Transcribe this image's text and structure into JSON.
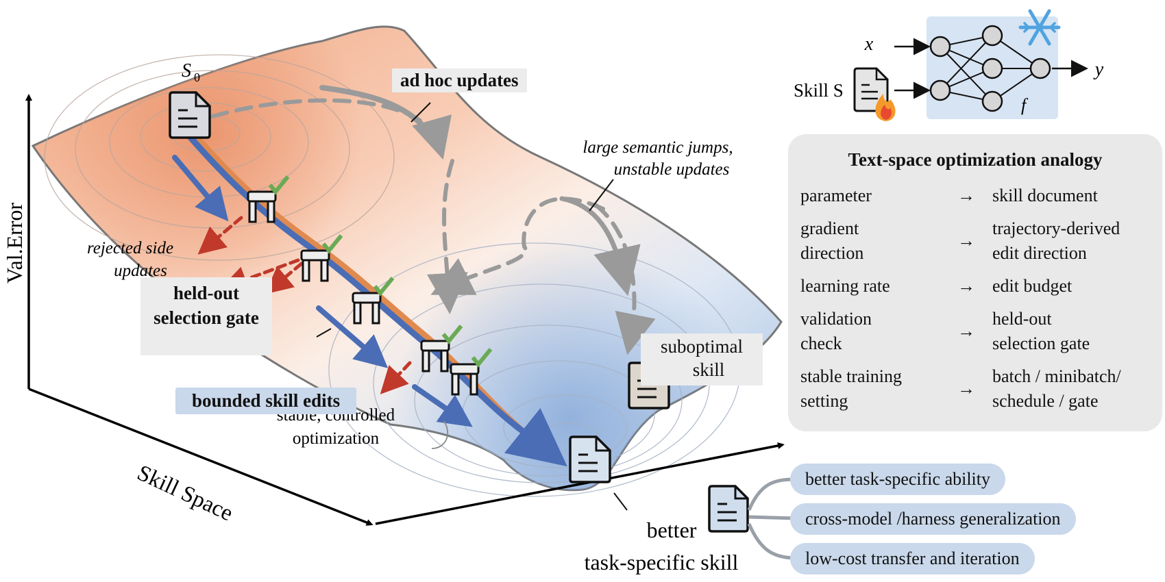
{
  "axes": {
    "y_label": "Val.Error",
    "x_label": "Skill Space"
  },
  "landscape": {
    "start_label": "S",
    "start_subscript": "0",
    "ad_hoc_label": "ad hoc updates",
    "jumps_label_line1": "large semantic jumps,",
    "jumps_label_line2": "unstable updates",
    "rejected_label_line1": "rejected side",
    "rejected_label_line2": "updates",
    "gate_label_line1": "held-out",
    "gate_label_line2": "selection gate",
    "bounded_label": "bounded skill edits",
    "stable_label_line1": "stable, controlled",
    "stable_label_line2": "optimization",
    "suboptimal_line1": "suboptimal",
    "suboptimal_line2": "skill",
    "better_line1": "better",
    "better_line2": "task-specific skill"
  },
  "network": {
    "input_x": "x",
    "output_y": "y",
    "skill_label": "Skill S",
    "function_label": "f"
  },
  "analogy": {
    "title": "Text-space optimization analogy",
    "arrow": "→",
    "rows": [
      {
        "param_1": "parameter",
        "param_2": "",
        "skill_1": "skill document",
        "skill_2": ""
      },
      {
        "param_1": "gradient",
        "param_2": "direction",
        "skill_1": "trajectory-derived",
        "skill_2": "edit direction"
      },
      {
        "param_1": "learning rate",
        "param_2": "",
        "skill_1": "edit budget",
        "skill_2": ""
      },
      {
        "param_1": "validation",
        "param_2": "check",
        "skill_1": "held-out",
        "skill_2": "selection gate"
      },
      {
        "param_1": "stable training",
        "param_2": "setting",
        "skill_1": "batch / minibatch/",
        "skill_2": "schedule / gate"
      }
    ]
  },
  "outcomes": [
    "better task-specific ability",
    "cross-model /harness generalization",
    "low-cost transfer and iteration"
  ],
  "colors": {
    "surface_warm": "#f2a886",
    "surface_cool": "#a9c3e3",
    "path_blue": "#4a6db5",
    "path_orange": "#e08a4f",
    "reject_red": "#c0392b",
    "dashed_gray": "#9a9a9a",
    "check_green": "#6aaa55",
    "panel_blue": "#d6e4f3"
  }
}
